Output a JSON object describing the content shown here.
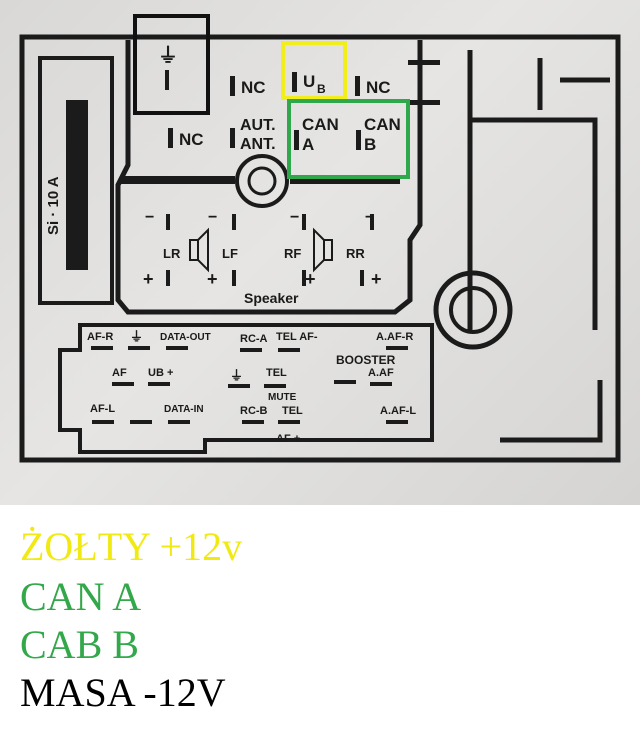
{
  "diagram": {
    "ground_top": "⏚",
    "nc_1": "NC",
    "ub": "U",
    "ub_sub": "B",
    "nc_2": "NC",
    "nc_3": "NC",
    "aut_ant_1": "AUT.",
    "aut_ant_2": "ANT.",
    "can_a_1": "CAN",
    "can_a_2": "A",
    "can_b_1": "CAN",
    "can_b_2": "B",
    "fuse": "Si · 10 A",
    "speaker_label": "Speaker",
    "lr": "LR",
    "lf": "LF",
    "rf": "RF",
    "rr": "RR",
    "minus": "−",
    "plus": "+",
    "af_r": "AF-R",
    "data_out": "DATA-OUT",
    "rc_a": "RC-A",
    "tel_af": "TEL AF-",
    "a_af_r": "A.AF-R",
    "af_gnd": "AF",
    "ub_plus": "UB +",
    "tel_mid": "TEL",
    "booster": "BOOSTER",
    "a_af_gnd": "A.AF",
    "mute": "MUTE",
    "af_l": "AF-L",
    "data_in": "DATA-IN",
    "rc_b": "RC-B",
    "tel_low": "TEL",
    "a_af_l": "A.AF-L",
    "af_plus": "AF +"
  },
  "legend": {
    "yellow_line": "ŻOŁTY +12v",
    "can_a_line": "CAN A",
    "can_b_line": "CAB B",
    "ground_line": "MASA -12V"
  },
  "colors": {
    "yellow": "#f2ee1c",
    "green": "#2ea84a",
    "black": "#111111",
    "legend_yellow": "#f0ea12",
    "legend_green": "#33a84a"
  }
}
